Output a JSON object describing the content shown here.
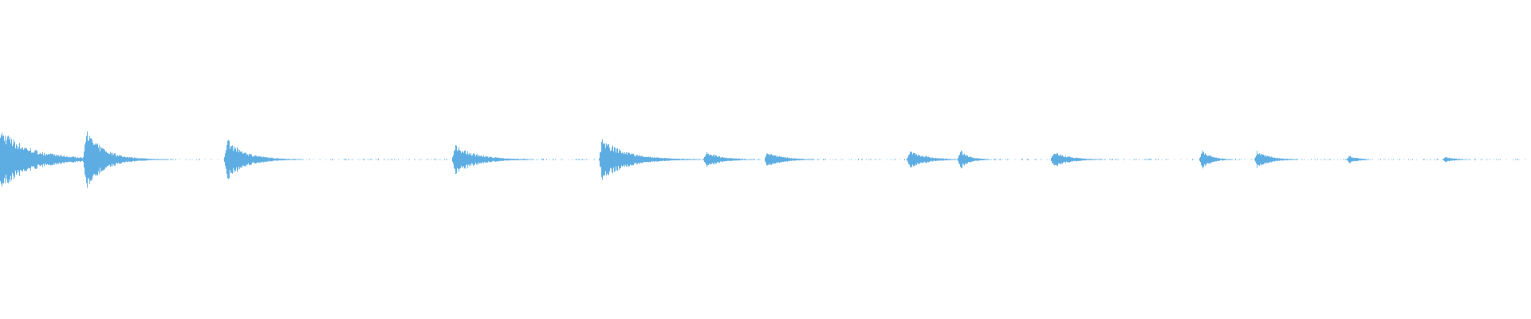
{
  "waveform": {
    "color": "#5dade2",
    "baseline_amplitude": 0.005,
    "bursts": [
      {
        "time": 0.0,
        "peak": 0.95,
        "decay": 0.02
      },
      {
        "time": 0.056,
        "peak": 0.9,
        "decay": 0.012
      },
      {
        "time": 0.148,
        "peak": 0.65,
        "decay": 0.012
      },
      {
        "time": 0.297,
        "peak": 0.45,
        "decay": 0.014
      },
      {
        "time": 0.393,
        "peak": 0.65,
        "decay": 0.016
      },
      {
        "time": 0.461,
        "peak": 0.25,
        "decay": 0.01
      },
      {
        "time": 0.501,
        "peak": 0.25,
        "decay": 0.01
      },
      {
        "time": 0.594,
        "peak": 0.3,
        "decay": 0.01
      },
      {
        "time": 0.627,
        "peak": 0.3,
        "decay": 0.006
      },
      {
        "time": 0.688,
        "peak": 0.25,
        "decay": 0.01
      },
      {
        "time": 0.785,
        "peak": 0.3,
        "decay": 0.006
      },
      {
        "time": 0.821,
        "peak": 0.28,
        "decay": 0.008
      },
      {
        "time": 0.881,
        "peak": 0.12,
        "decay": 0.006
      },
      {
        "time": 0.944,
        "peak": 0.1,
        "decay": 0.006
      }
    ]
  }
}
